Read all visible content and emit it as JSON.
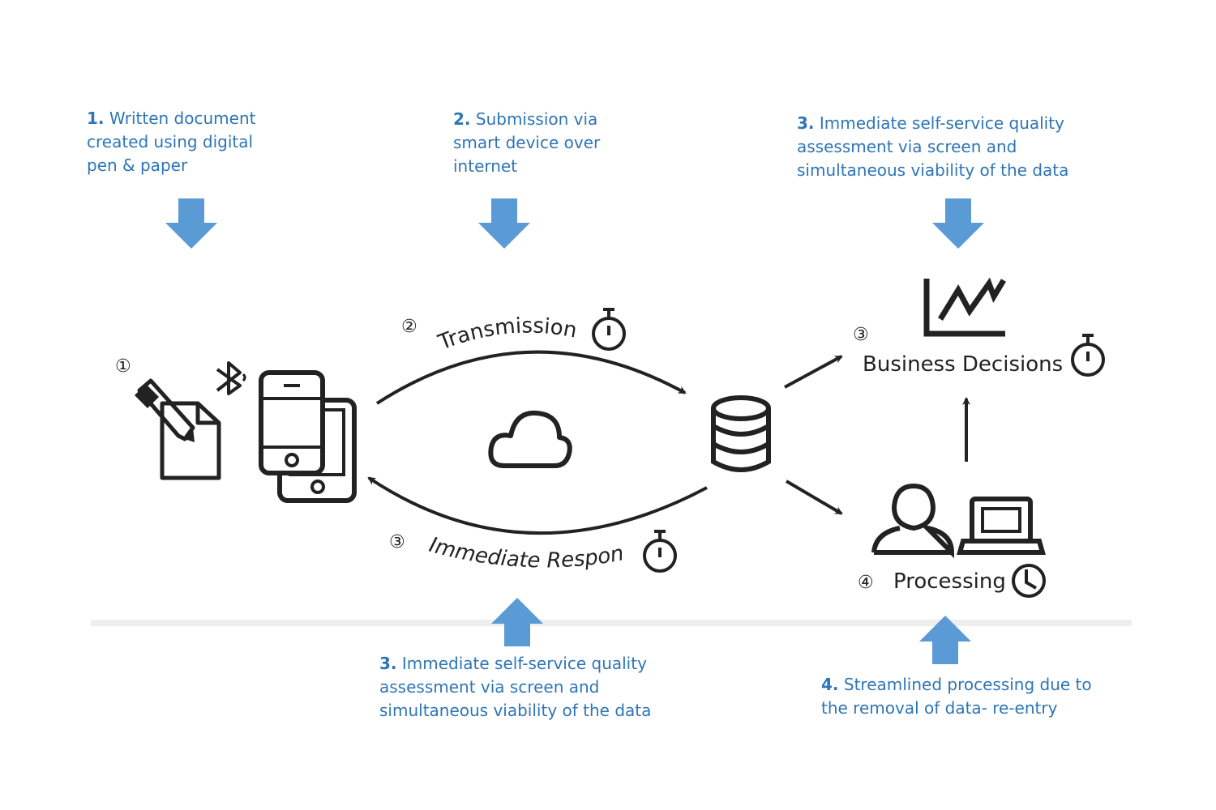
{
  "callouts": {
    "c1": {
      "num": "1.",
      "lines": [
        "Written document",
        "created using digital",
        "pen & paper"
      ]
    },
    "c2": {
      "num": "2.",
      "lines": [
        "Submission via",
        "smart device over",
        "internet"
      ]
    },
    "c3top": {
      "num": "3.",
      "lines": [
        "Immediate self-service quality",
        "assessment via screen and",
        "simultaneous viability of the data"
      ]
    },
    "c3bottom": {
      "num": "3.",
      "lines": [
        "Immediate self-service quality",
        "assessment via screen and",
        "simultaneous viability of the data"
      ]
    },
    "c4": {
      "num": "4.",
      "lines": [
        "Streamlined processing due to",
        "the removal of data- re-entry"
      ]
    }
  },
  "steps": {
    "s1": {
      "num": "①"
    },
    "s2": {
      "num": "②",
      "label": "Transmission"
    },
    "s3resp": {
      "num": "③",
      "label": "Immediate Response"
    },
    "s3bus": {
      "num": "③",
      "label": "Business Decisions"
    },
    "s4": {
      "num": "④",
      "label": "Processing"
    }
  },
  "icons": [
    "pen-icon",
    "document-icon",
    "bluetooth-icon",
    "smartphone-icon",
    "tablet-icon",
    "cloud-icon",
    "database-icon",
    "line-chart-icon",
    "person-icon",
    "laptop-icon",
    "stopwatch-icon",
    "clock-icon"
  ],
  "colors": {
    "accent": "#2E75B6",
    "arrow": "#5B9BD5",
    "ink": "#222222"
  }
}
